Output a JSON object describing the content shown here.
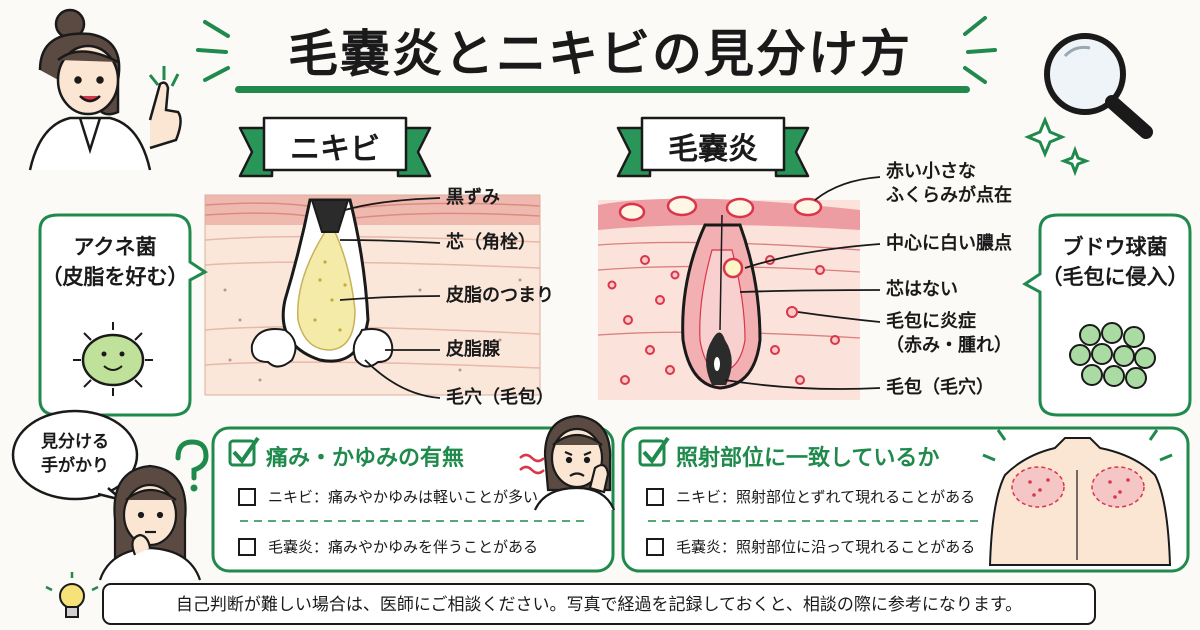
{
  "title": "毛嚢炎とニキビの見分け方",
  "acne": {
    "heading": "ニキビ",
    "labels": [
      "黒ずみ",
      "芯（角栓）",
      "皮脂のつまり",
      "皮脂腺",
      "毛穴（毛包）"
    ],
    "bacteria": "アクネ菌\n（皮脂を好む）"
  },
  "folliculitis": {
    "heading": "毛嚢炎",
    "labels": [
      "赤い小さな\nふくらみが点在",
      "中心に白い膿点",
      "芯はない",
      "毛包に炎症\n（赤み・腫れ）",
      "毛包（毛穴）"
    ],
    "bacteria": "ブドウ球菌\n（毛包に侵入）"
  },
  "hint_bubble": "見分ける\n手がかり",
  "panel_left": {
    "heading": "痛み・かゆみの有無",
    "rows": [
      "ニキビ：痛みやかゆみは軽いことが多い",
      "毛嚢炎：痛みやかゆみを伴うことがある"
    ]
  },
  "panel_right": {
    "heading": "照射部位に一致しているか",
    "rows": [
      "ニキビ：照射部位とずれて現れることがある",
      "毛嚢炎：照射部位に沿って現れることがある"
    ]
  },
  "bottom_note": "自己判断が難しい場合は、医師にご相談ください。写真で経過を記録しておくと、相談の際に参考になります。",
  "colors": {
    "accent_green": "#1f8a4c",
    "skin_pink": "#f3c4c0",
    "inflamed_red": "#d9364a",
    "sebum_yellow": "#f4eba8"
  },
  "icons": [
    "doctor-illustration",
    "magnifier-icon",
    "sparkle-icon",
    "acne-bacteria-icon",
    "staph-bacteria-icon",
    "thinking-woman-illustration",
    "worried-woman-illustration",
    "back-skin-illustration",
    "lightbulb-icon",
    "question-mark-icon",
    "checkbox-icon"
  ]
}
